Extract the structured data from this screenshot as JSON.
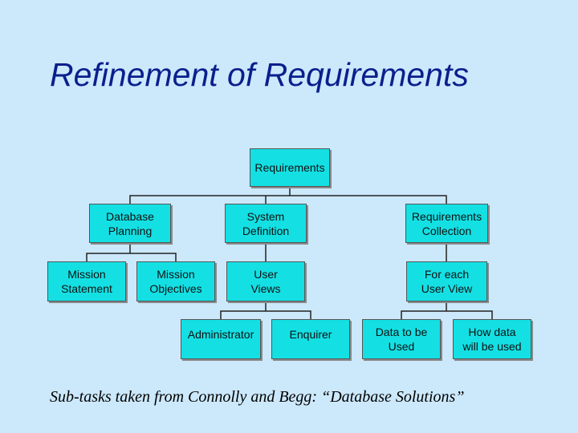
{
  "slide": {
    "title": "Refinement of Requirements",
    "caption": "Sub-tasks taken from Connolly and Begg: “Database Solutions”"
  },
  "diagram": {
    "nodes": {
      "requirements": "Requirements",
      "database_planning": "Database\nPlanning",
      "system_definition": "System\nDefinition",
      "requirements_collection": "Requirements\nCollection",
      "mission_statement": "Mission\nStatement",
      "mission_objectives": "Mission\nObjectives",
      "user_views": "User\nViews",
      "for_each_user_view": "For each\nUser View",
      "administrator": "Administrator",
      "enquirer": "Enquirer",
      "data_to_be_used": "Data to be\nUsed",
      "how_data_will_be_used": "How data\nwill be used"
    }
  },
  "colors": {
    "background": "#cce8fb",
    "node_fill": "#14e0e4",
    "title": "#0a1f8c"
  }
}
